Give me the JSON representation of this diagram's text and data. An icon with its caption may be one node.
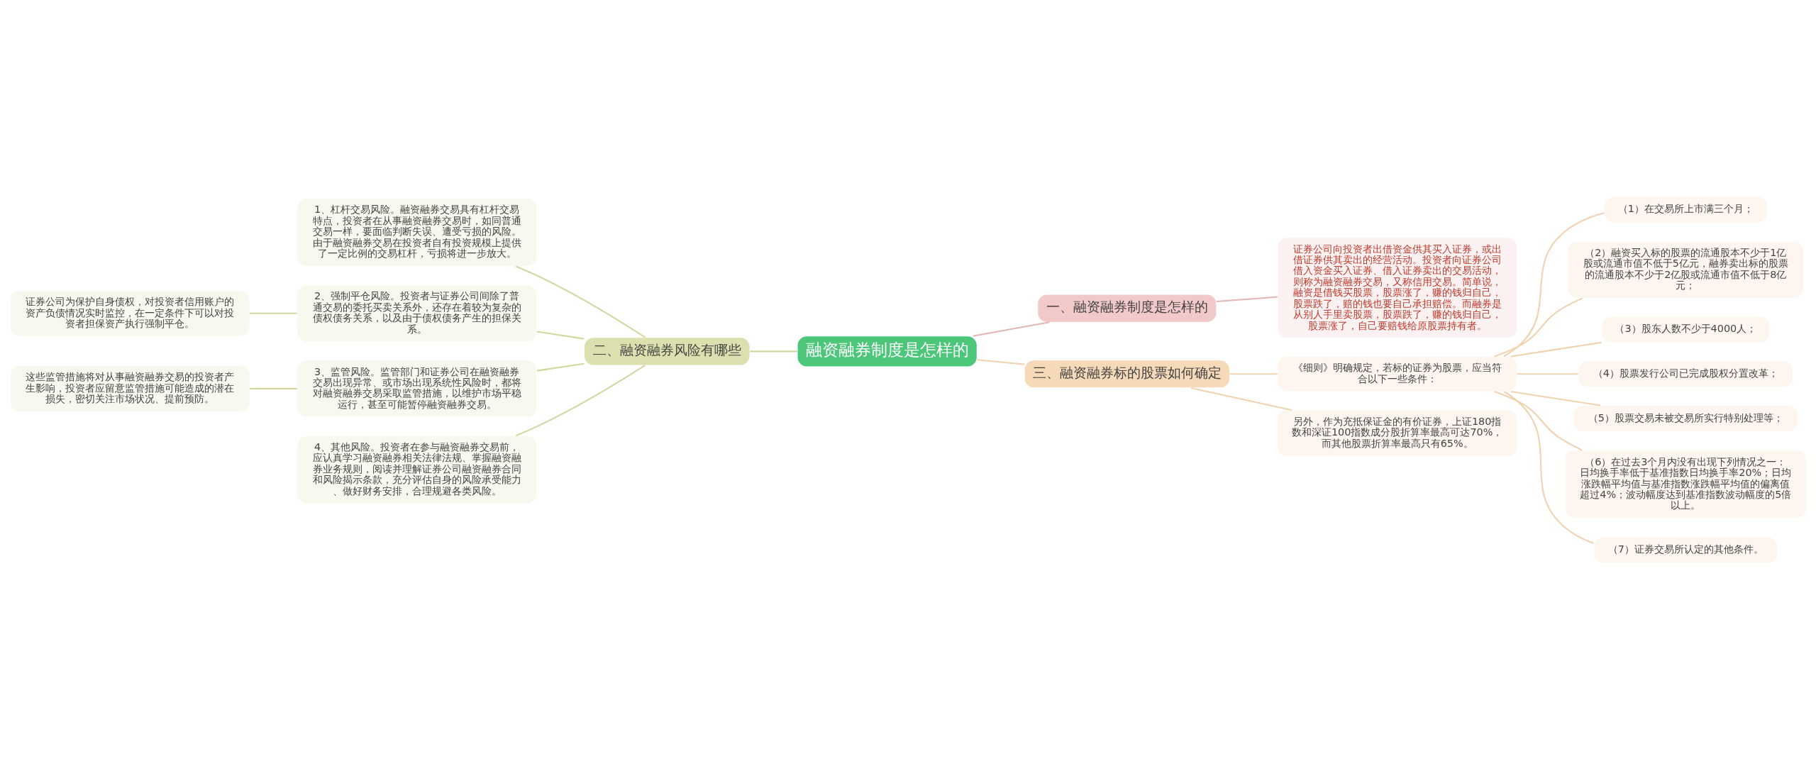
{
  "diagram": {
    "nodes": [
      {
        "text": [
          "融资融券制度是怎样的"
        ]
      },
      {
        "text": [
          "一、融资融券制度是怎样的"
        ]
      },
      {
        "text": [
          "证券公司向投资者出借资金供其买入证券，或出借证券供其卖出的经营活动。投资者向证券公司借入资金买入证券、借入证券卖出的交易活动，则称为融资融券交易，又称信用交易。简单说，融资是借钱买股票，股票涨了，赚的钱归自己，股票跌了，赔的钱也要自己承担赔偿。而融券是从别人手里卖股票，股票跌了，赚的钱归自己，股票涨了，自己要赔钱给原股票持有者。"
        ]
      },
      {
        "text": [
          "二、融资融券风险有哪些"
        ]
      },
      {
        "text": [
          "1、杠杆交易风险。融资融券交易具有杠杆交易特点，投资者在从事融资融券交易时，如同普通交易一样，要面临判断失误、遭受亏损的风险。由于融资融券交易在投资者自有投资规模上提供了一定比例的交易杠杆，亏损将进一步放大。"
        ]
      },
      {
        "text": [
          "2、强制平仓风险。投资者与证券公司间除了普通交易的委托买卖关系外，还存在着较为复杂的债权债务关系，以及由于债权债务产生的担保关系。"
        ]
      },
      {
        "text": [
          "证券公司为保护自身债权，对投资者信用账户的资产负债情况实时监控，在一定条件下可以对投资者担保资产执行强制平仓。"
        ]
      },
      {
        "text": [
          "3、监管风险。监管部门和证券公司在融资融券交易出现异常、或市场出现系统性风险时，都将对融资融券交易采取监管措施，以维护市场平稳运行，甚至可能暂停融资融券交易。"
        ]
      },
      {
        "text": [
          "这些监管措施将对从事融资融券交易的投资者产生影响，投资者应留意监管措施可能造成的潜在损失，密切关注市场状况、提前预防。"
        ]
      },
      {
        "text": [
          "4、其他风险。投资者在参与融资融券交易前，应认真学习融资融券相关法律法规、掌握融资融券业务规则，阅读并理解证券公司融资融券合同和风险揭示条款，充分评估自身的风险承受能力、做好财务安排，合理规避各类风险。"
        ]
      },
      {
        "text": [
          "三、融资融券标的股票如何确定"
        ]
      },
      {
        "text": [
          "《细则》明确规定，若标的证券为股票，应当符合以下一些条件："
        ]
      },
      {
        "text": [
          "（1）在交易所上市满三个月；"
        ]
      },
      {
        "text": [
          "（2）融资买入标的股票的流通股本不少于1亿股或流通市值不低于5亿元，融券卖出标的股票的流通股本不少于2亿股或流通市值不低于8亿元；"
        ]
      },
      {
        "text": [
          "（3）股东人数不少于4000人；"
        ]
      },
      {
        "text": [
          "（4）股票发行公司已完成股权分置改革；"
        ]
      },
      {
        "text": [
          "（5）股票交易未被交易所实行特别处理等；"
        ]
      },
      {
        "text": [
          "（6）在过去3个月内没有出现下列情况之一：日均换手率低于基准指数日均换手率20%；日均涨跌幅平均值与基准指数涨跌幅平均值的偏离值超过4%；波动幅度达到基准指数波动幅度的5倍以上。"
        ]
      },
      {
        "text": [
          "（7）证券交易所认定的其他条件。"
        ]
      },
      {
        "text": [
          "另外，作为充抵保证金的有价证券，上证180指数和深证100指数成分股折算率最高可达70%，而其他股票折算率最高只有65%。"
        ]
      }
    ],
    "edges": [
      {
        "from": 0,
        "to": 1,
        "arrow": "none",
        "color": "#e3b5b5"
      },
      {
        "from": 1,
        "to": 2,
        "arrow": "none",
        "color": "#e3b5b5"
      },
      {
        "from": 0,
        "to": 3,
        "arrow": "none",
        "color": "#d3d79e"
      },
      {
        "from": 3,
        "to": 4,
        "arrow": "none",
        "color": "#d3d79e"
      },
      {
        "from": 3,
        "to": 5,
        "arrow": "none",
        "color": "#d3d79e"
      },
      {
        "from": 5,
        "to": 6,
        "arrow": "none",
        "color": "#d3d79e"
      },
      {
        "from": 3,
        "to": 7,
        "arrow": "none",
        "color": "#d3d79e"
      },
      {
        "from": 7,
        "to": 8,
        "arrow": "none",
        "color": "#d3d79e"
      },
      {
        "from": 3,
        "to": 9,
        "arrow": "none",
        "color": "#d3d79e"
      },
      {
        "from": 0,
        "to": 10,
        "arrow": "none"
      },
      {
        "from": 10,
        "to": 11,
        "arrow": "none"
      },
      {
        "from": 11,
        "to": 12,
        "arrow": "none"
      },
      {
        "from": 11,
        "to": 13,
        "arrow": "none"
      },
      {
        "from": 11,
        "to": 14,
        "arrow": "none"
      },
      {
        "from": 11,
        "to": 15,
        "arrow": "none"
      },
      {
        "from": 11,
        "to": 16,
        "arrow": "none"
      },
      {
        "from": 11,
        "to": 17,
        "arrow": "none"
      },
      {
        "from": 11,
        "to": 18,
        "arrow": "none"
      },
      {
        "from": 10,
        "to": 19,
        "arrow": "none"
      }
    ]
  }
}
